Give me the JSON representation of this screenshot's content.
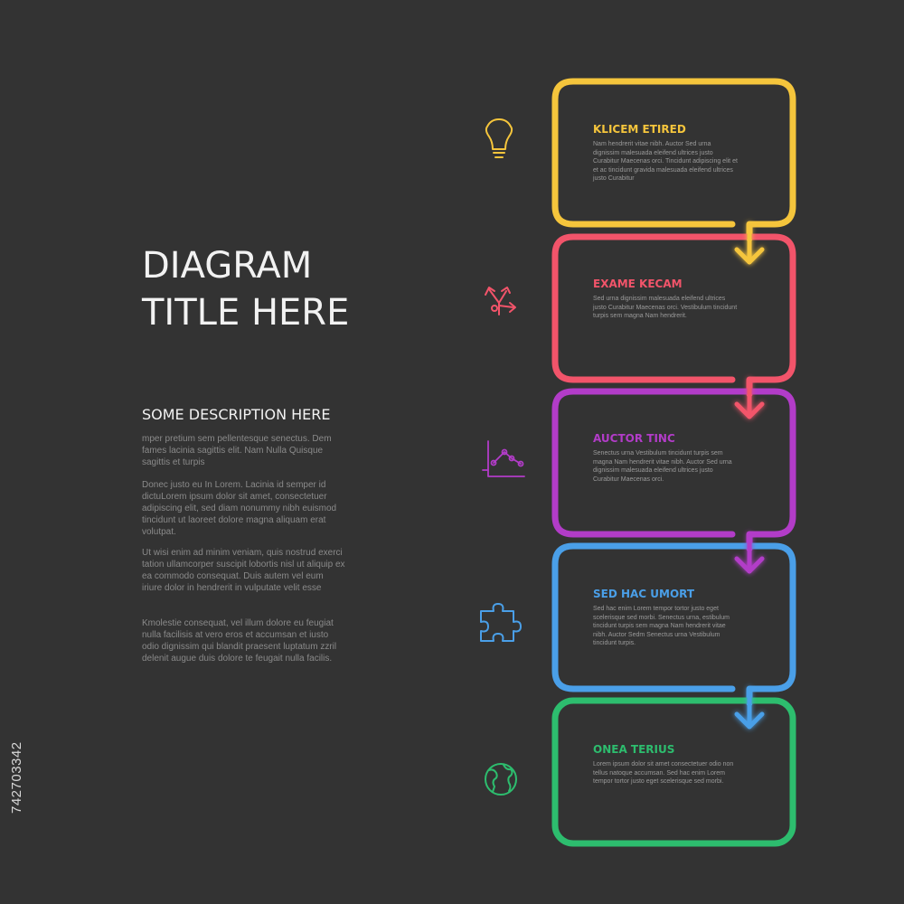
{
  "title_line1": "DIAGRAM",
  "title_line2": "TITLE HERE",
  "description_heading": "SOME DESCRIPTION HERE",
  "paragraphs": [
    "mper pretium sem pellentesque senectus. Dem fames lacinia sagittis elit. Nam Nulla Quisque sagittis et turpis",
    "Donec justo eu In Lorem. Lacinia id semper id dictuLorem ipsum dolor sit amet, consectetuer adipiscing elit, sed diam nonummy nibh euismod tincidunt ut laoreet dolore magna aliquam erat volutpat.",
    "Ut wisi enim ad minim veniam, quis nostrud exerci tation ullamcorper suscipit lobortis nisl ut aliquip ex ea commodo consequat. Duis autem vel eum iriure dolor in hendrerit in vulputate velit esse",
    "Kmolestie consequat, vel illum dolore eu feugiat nulla facilisis at vero eros et accumsan et iusto odio dignissim qui blandit praesent luptatum zzril delenit augue duis dolore te feugait nulla facilis."
  ],
  "steps": [
    {
      "title": "KLICEM ETIRED",
      "text": "Nam hendrerit vitae nibh. Auctor Sed urna dignissim malesuada eleifend ultrices justo Curabitur Maecenas orci. Tincidunt adipiscing elit et et ac tincidunt gravida malesuada eleifend ultrices justo Curabitur",
      "color": "#f5c53c",
      "icon": "lightbulb-icon"
    },
    {
      "title": "EXAME KECAM",
      "text": "Sed urna dignissim malesuada eleifend ultrices justo Curabitur Maecenas orci. Vestibulum tincidunt turpis sem magna Nam hendrerit.",
      "color": "#f2546a",
      "icon": "arrows-split-icon"
    },
    {
      "title": "AUCTOR TINC",
      "text": "Senectus urna Vestibulum tincidunt turpis sem magna Nam hendrerit vitae nibh. Auctor Sed urna dignissim malesuada eleifend ultrices justo Curabitur Maecenas orci.",
      "color": "#b23cc8",
      "icon": "line-chart-icon"
    },
    {
      "title": "SED HAC UMORT",
      "text": "Sed hac enim Lorem tempor tortor justo eget scelerisque sed morbi. Senectus urna, estibulum tincidunt turpis sem magna Nam hendrerit vitae nibh. Auctor Sedm Senectus urna Vestibulum tincidunt turpis.",
      "color": "#4a9fe8",
      "icon": "puzzle-icon"
    },
    {
      "title": "ONEA TERIUS",
      "text": "Lorem ipsum dolor sit amet consectetuer odio non tellus natoque accumsan. Sed hac enim Lorem tempor tortor justo eget scelerisque sed morbi.",
      "color": "#2dbd6e",
      "icon": "globe-icon"
    }
  ],
  "stock_id": "742703342"
}
